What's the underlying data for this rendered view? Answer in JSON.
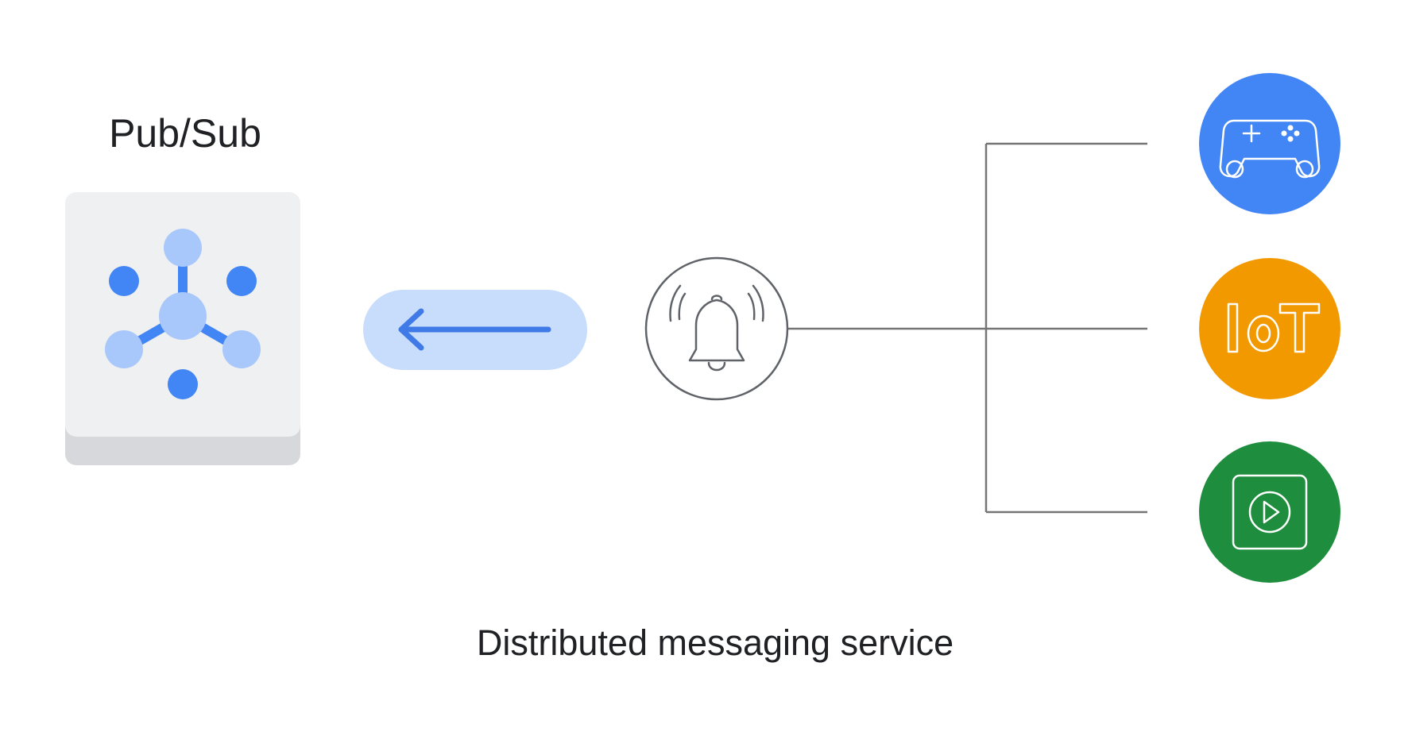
{
  "title": "Pub/Sub",
  "caption": "Distributed messaging service",
  "colors": {
    "blue": "#4285f4",
    "light_blue": "#a8c7fa",
    "arrow_pill": "#c8dcfb",
    "orange": "#f29900",
    "green": "#1e8e3e",
    "line_gray": "#757575",
    "card": "#eff0f2",
    "card_shadow": "#d7d8db"
  },
  "nodes": {
    "pubsub_icon": "pubsub-hub-icon",
    "publisher_icon": "bell-notification-icon",
    "subscribers": [
      {
        "icon": "gamepad-icon",
        "color": "#4285f4"
      },
      {
        "icon": "iot-icon",
        "text": "IoT",
        "color": "#f29900"
      },
      {
        "icon": "video-play-icon",
        "color": "#1e8e3e"
      }
    ]
  }
}
